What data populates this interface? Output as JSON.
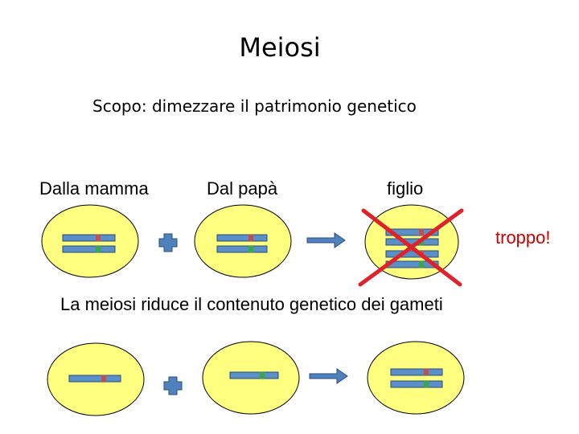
{
  "title": "Meiosi",
  "subtitle": "Scopo: dimezzare il patrimonio genetico",
  "labels": {
    "mamma": "Dalla mamma",
    "papa": "Dal papà",
    "figlio": "figlio"
  },
  "warning": "troppo!",
  "caption": "La meiosi riduce il contenuto genetico dei gameti",
  "colors": {
    "cell_fill": "#ffff80",
    "cell_stroke": "#000000",
    "chromosome": "#5b8fc7",
    "chromosome_stroke": "#2a4e7a",
    "allele_red": "#c0504d",
    "allele_green": "#3aa84a",
    "arrow": "#4f81bd",
    "cross": "#e0202a",
    "warning_text": "#cc0000"
  }
}
